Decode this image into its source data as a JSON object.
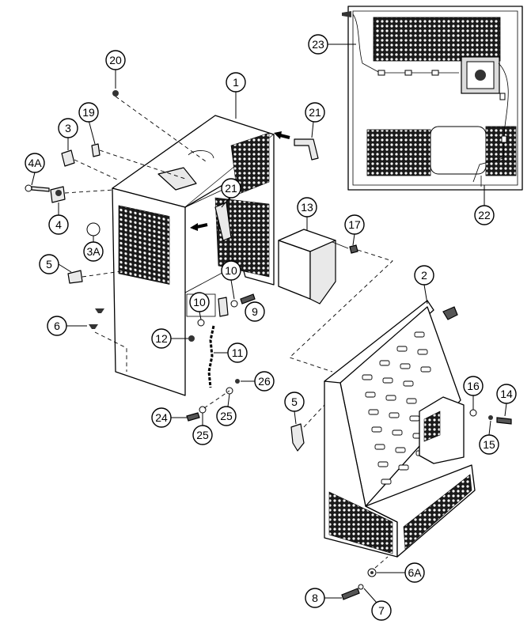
{
  "callouts": {
    "c1": "1",
    "c2": "2",
    "c3": "3",
    "c3a": "3A",
    "c4": "4",
    "c4a": "4A",
    "c5a": "5",
    "c5b": "5",
    "c6": "6",
    "c6a": "6A",
    "c7": "7",
    "c8": "8",
    "c9": "9",
    "c10a": "10",
    "c10b": "10",
    "c11": "11",
    "c12": "12",
    "c13": "13",
    "c14": "14",
    "c15": "15",
    "c16": "16",
    "c17": "17",
    "c19": "19",
    "c20": "20",
    "c21a": "21",
    "c21b": "21",
    "c22": "22",
    "c23": "23",
    "c24": "24",
    "c25a": "25",
    "c25b": "25",
    "c26": "26"
  },
  "colors": {
    "line": "#000000",
    "background": "#ffffff",
    "hex_mesh": "#1a1a1a",
    "part_fill": "#e9e9e9"
  }
}
